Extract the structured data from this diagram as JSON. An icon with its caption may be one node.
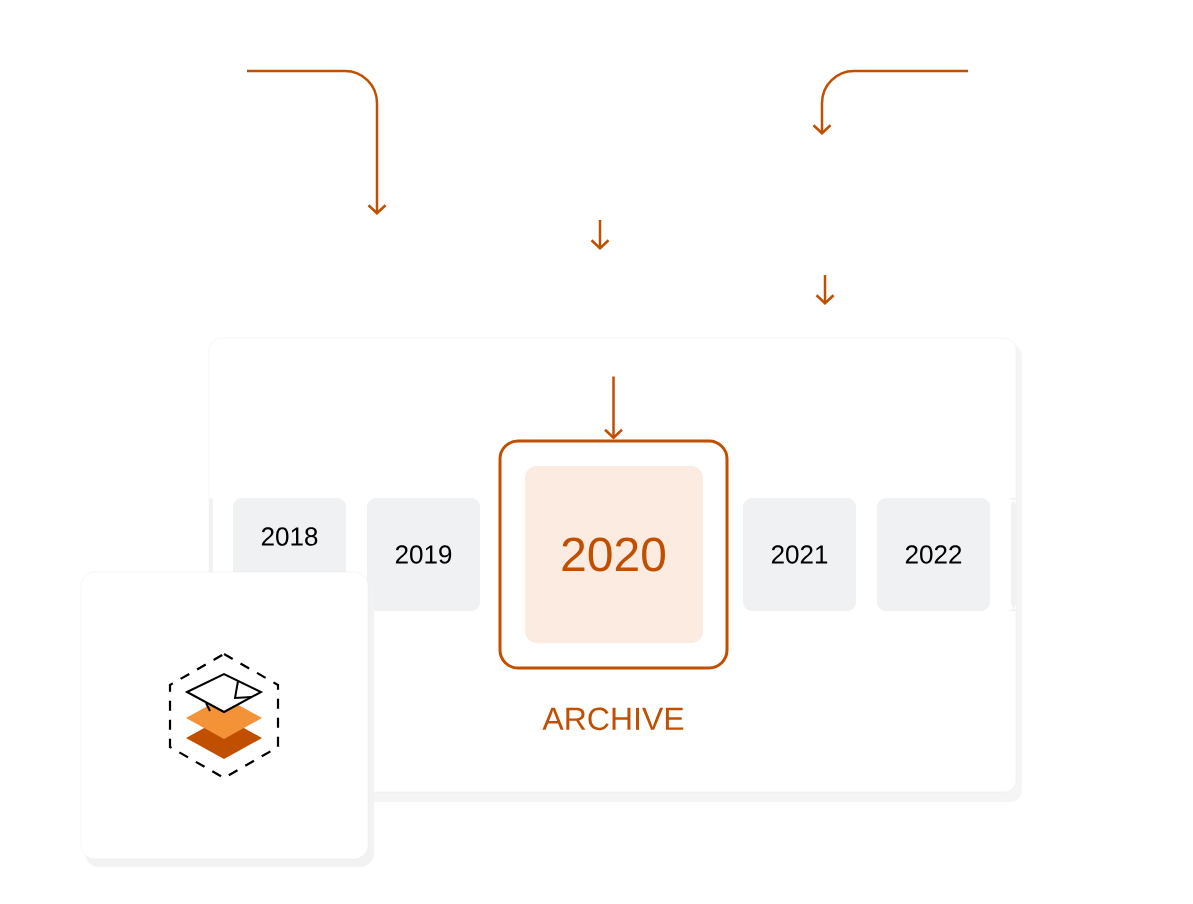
{
  "diagram": {
    "nodes": [
      {
        "text": [],
        "shape": "box"
      },
      {
        "text": [],
        "shape": "box",
        "in": 0
      },
      {
        "text": [
          "2018"
        ],
        "in": 0
      },
      {
        "text": [
          "2019"
        ],
        "in": 0
      },
      {
        "text": [
          "2020"
        ],
        "beside": [
          "ARCHIVE"
        ],
        "in": 0
      },
      {
        "text": [
          "2021"
        ],
        "in": 0
      },
      {
        "text": [
          "2022"
        ],
        "in": 0
      },
      {
        "text": [],
        "shape": "box",
        "in": 0
      }
    ],
    "edges": [
      {
        "from": null,
        "to": 4,
        "arrow": "to"
      }
    ]
  }
}
